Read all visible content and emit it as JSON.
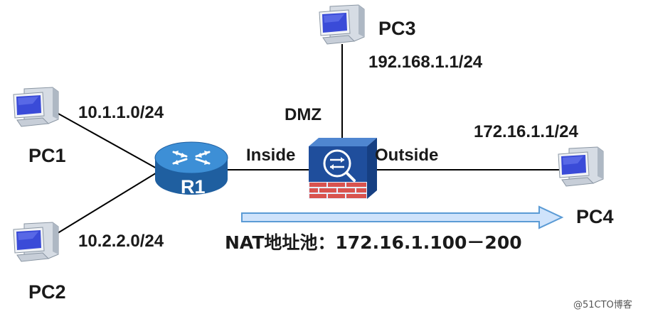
{
  "nodes": {
    "pc1": {
      "label": "PC1",
      "subnet": "10.1.1.0/24"
    },
    "pc2": {
      "label": "PC2",
      "subnet": "10.2.2.0/24"
    },
    "pc3": {
      "label": "PC3",
      "address": "192.168.1.1/24"
    },
    "pc4": {
      "label": "PC4",
      "address": "172.16.1.1/24"
    },
    "router": {
      "label": "R1"
    },
    "firewall": {
      "inside_label": "Inside",
      "outside_label": "Outside",
      "dmz_label": "DMZ"
    }
  },
  "nat_pool": {
    "label": "NAT地址池：172.16.1.100－200"
  },
  "watermark": "@51CTO博客",
  "colors": {
    "router_blue": "#2e7fc4",
    "firewall_blue": "#1f4e9c",
    "brick_red": "#d9534f",
    "pc_screen": "#3a4bd8",
    "arrow_fill": "#cfe3fb",
    "arrow_stroke": "#5b9bd5",
    "link": "#000000"
  }
}
